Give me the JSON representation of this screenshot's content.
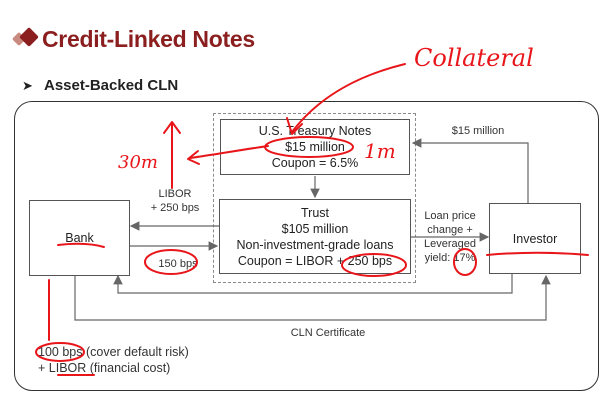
{
  "header": {
    "title": "Credit-Linked Notes",
    "subtitle": "Asset-Backed CLN"
  },
  "diagram": {
    "treasury": {
      "name": "U.S. Treasury Notes",
      "amount": "$15 million",
      "coupon": "Coupon = 6.5%"
    },
    "trust": {
      "name": "Trust",
      "amount": "$105 million",
      "desc": "Non-investment-grade loans",
      "coupon": "Coupon = LIBOR + 250 bps"
    },
    "bank": {
      "name": "Bank"
    },
    "investor": {
      "name": "Investor"
    },
    "labels": {
      "libor_top": "LIBOR",
      "libor_bottom": "+ 250 bps",
      "bps150": "150 bps",
      "fifteen_million": "$15 million",
      "loan_price_1": "Loan price",
      "loan_price_2": "change +",
      "leveraged": "Leveraged",
      "yield": "yield: 17%",
      "cln_certificate": "CLN Certificate",
      "note_line1": "100 bps (cover default risk)",
      "note_line2": "+ LIBOR (financial cost)"
    }
  },
  "annotations": {
    "collateral": "Collateral",
    "thirty_m": "30m",
    "one_m": "1m"
  },
  "colors": {
    "title": "#8b1e1e",
    "ink": "#e8161a",
    "arrow": "#666666"
  }
}
